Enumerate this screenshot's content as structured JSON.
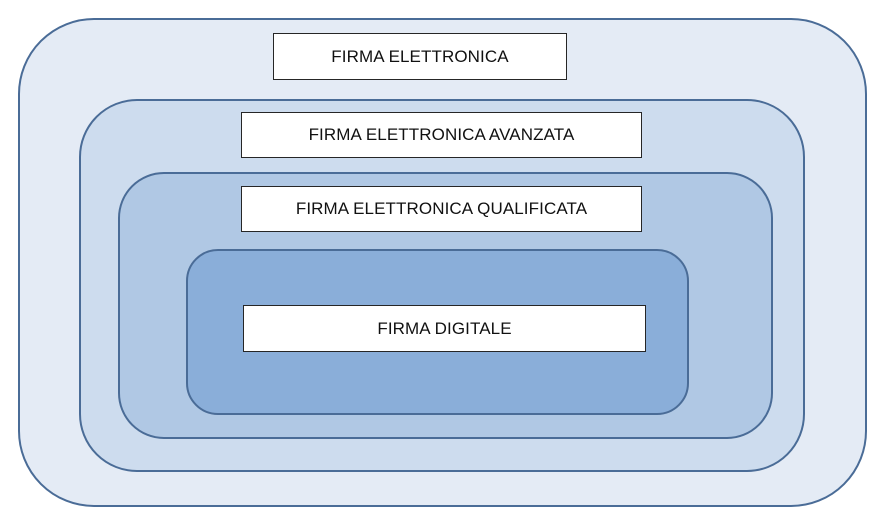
{
  "diagram": {
    "levels": [
      {
        "label": "FIRMA ELETTRONICA",
        "fill": "#e4ebf5"
      },
      {
        "label": "FIRMA ELETTRONICA AVANZATA",
        "fill": "#cddcee"
      },
      {
        "label": "FIRMA ELETTRONICA QUALIFICATA",
        "fill": "#b0c8e4"
      },
      {
        "label": "FIRMA DIGITALE",
        "fill": "#8aaed9"
      }
    ],
    "border_color": "#4a6c97"
  }
}
